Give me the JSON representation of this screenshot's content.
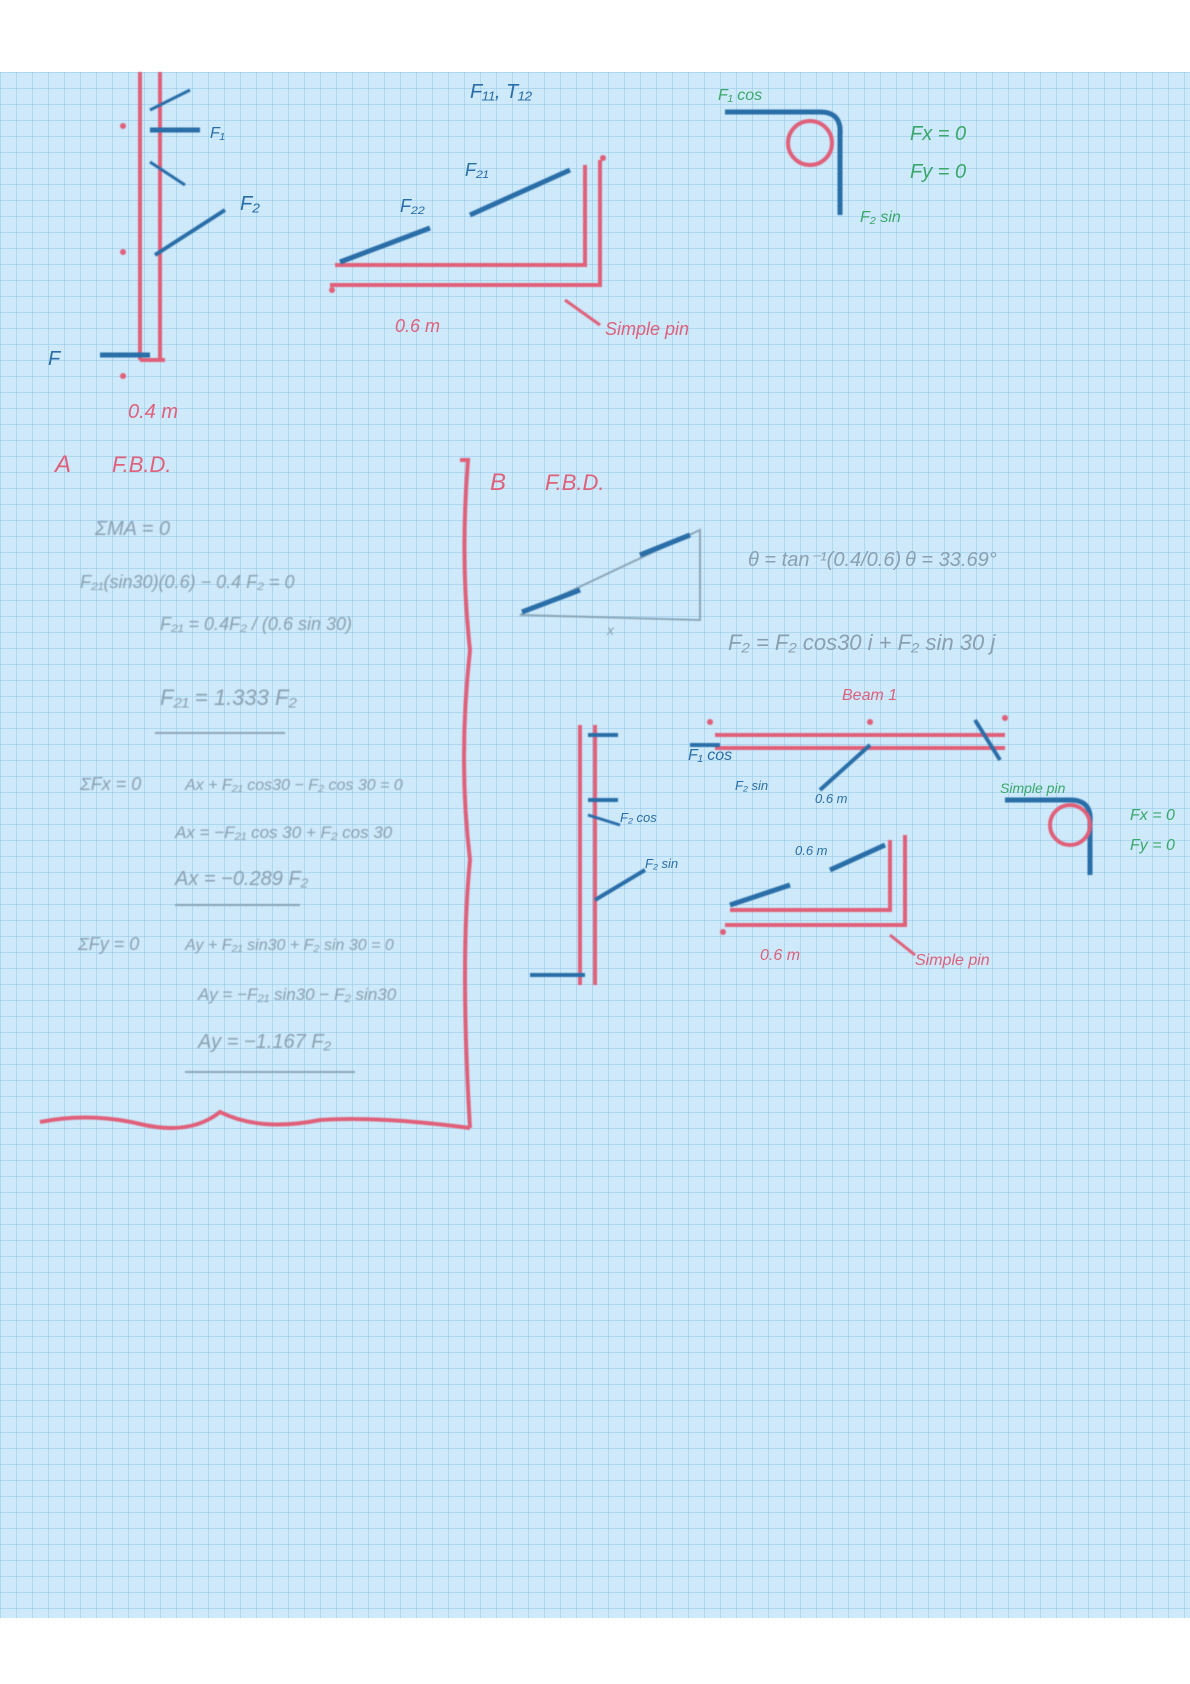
{
  "page": {
    "paper_color": "#cde9fa",
    "grid_color": "#96c8eb",
    "ink_colors": {
      "red": "#e0607a",
      "blue": "#2a6ea8",
      "green": "#3aa86a",
      "grey": "#8aa0b0"
    }
  },
  "notes": {
    "top_center_label": "F₁₁, T₁₂",
    "support_label_top": "Simple pin",
    "support_label_bottom": "Simple pin",
    "reaction_text": "Fx = 0",
    "reaction_text_2": "Fy = 0",
    "bottom_label_left": "F",
    "triangle_label_top": "F₂₁",
    "triangle_label_mid": "F₂₂",
    "base_label": "0.6 m",
    "footer_label_left": "0.4 m",
    "section_left_head": "A",
    "section_left_title": "F.B.D.",
    "section_right_head": "B",
    "section_right_title": "F.B.D.",
    "eq_1": "ΣMA = 0",
    "eq_2": "F₂₁(sin30)(0.6) − 0.4 F₂ = 0",
    "eq_3": "F₂₁ = 0.4F₂ / (0.6 sin 30)",
    "eq_4": "F₂₁ = 1.333 F₂",
    "eq_5": "ΣFx = 0",
    "eq_6": "Ax + F₂₁ cos30 − F₂ cos 30 = 0",
    "eq_7": "Ax = −F₂₁ cos 30 + F₂ cos 30",
    "eq_8": "Ax = −0.289 F₂",
    "eq_9": "ΣFy = 0",
    "eq_10": "Ay + F₂₁ sin30 + F₂ sin 30 = 0",
    "eq_11": "Ay = −F₂₁ sin30 − F₂ sin30",
    "eq_12": "Ay = −1.167 F₂",
    "angle_eq": "θ = tan⁻¹(0.4/0.6)",
    "angle_val": "θ = 33.69°",
    "force_eq": "F₂ = F₂ cos30 i + F₂ sin 30 j",
    "beam_label": "Beam 1",
    "force_label_a": "F₁ cos",
    "force_label_b": "F₂ sin",
    "mid_label": "0.6 m",
    "mid_label_2": "0.6 m",
    "small_label_a": "F₂ cos",
    "small_label_b": "F₂ sin",
    "support_right": "Simple pin",
    "fx_right": "Fx = 0",
    "fy_right": "Fy = 0",
    "bottom_base": "0.6 m",
    "bottom_support": "Simple pin"
  }
}
